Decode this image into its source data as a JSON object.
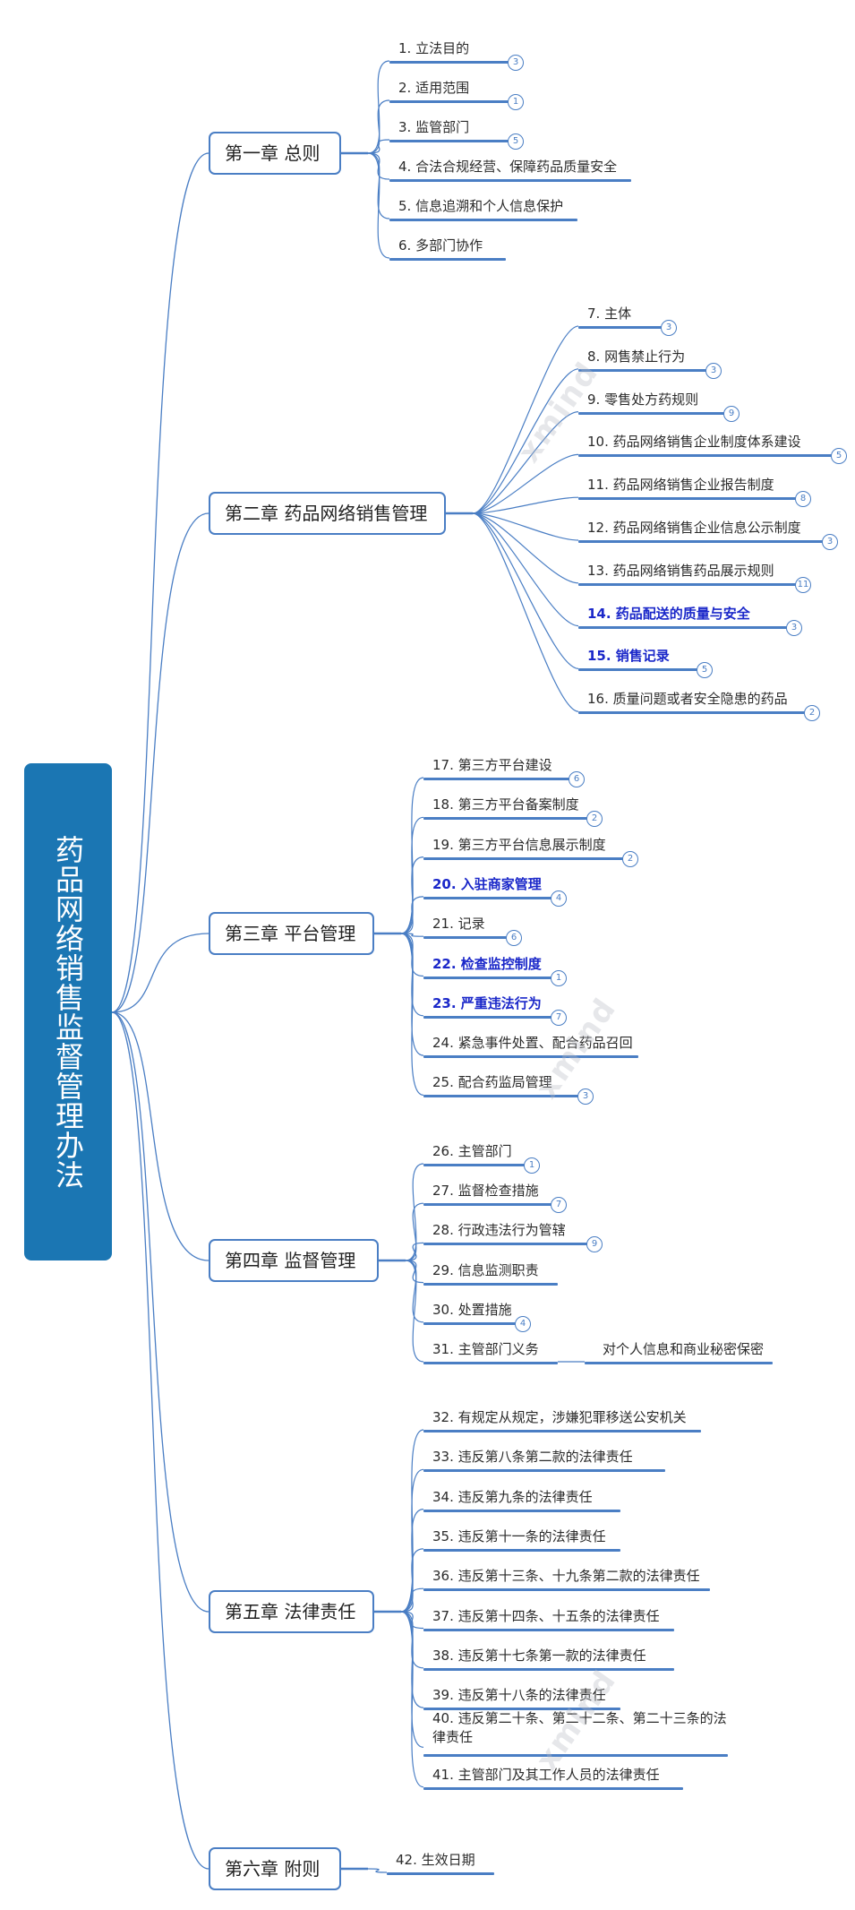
{
  "root": {
    "title": "药品网络销售监督管理办法"
  },
  "chapters": [
    {
      "label": "第一章 总则",
      "items": [
        {
          "text": "1. 立法目的",
          "badge": "3"
        },
        {
          "text": "2. 适用范围",
          "badge": "1"
        },
        {
          "text": "3. 监管部门",
          "badge": "5"
        },
        {
          "text": "4. 合法合规经营、保障药品质量安全"
        },
        {
          "text": "5. 信息追溯和个人信息保护"
        },
        {
          "text": "6. 多部门协作"
        }
      ]
    },
    {
      "label": "第二章 药品网络销售管理",
      "items": [
        {
          "text": "7. 主体",
          "badge": "3"
        },
        {
          "text": "8. 网售禁止行为",
          "badge": "3"
        },
        {
          "text": "9. 零售处方药规则",
          "badge": "9"
        },
        {
          "text": "10. 药品网络销售企业制度体系建设",
          "badge": "5"
        },
        {
          "text": "11. 药品网络销售企业报告制度",
          "badge": "8"
        },
        {
          "text": "12. 药品网络销售企业信息公示制度",
          "badge": "3"
        },
        {
          "text": "13. 药品网络销售药品展示规则",
          "badge": "11"
        },
        {
          "text": "14. 药品配送的质量与安全",
          "badge": "3",
          "bold": true
        },
        {
          "text": "15. 销售记录",
          "badge": "5",
          "bold": true
        },
        {
          "text": "16. 质量问题或者安全隐患的药品",
          "badge": "2"
        }
      ]
    },
    {
      "label": "第三章 平台管理",
      "items": [
        {
          "text": "17. 第三方平台建设",
          "badge": "6"
        },
        {
          "text": "18. 第三方平台备案制度",
          "badge": "2"
        },
        {
          "text": "19. 第三方平台信息展示制度",
          "badge": "2"
        },
        {
          "text": "20. 入驻商家管理",
          "badge": "4",
          "bold": true
        },
        {
          "text": "21. 记录",
          "badge": "6"
        },
        {
          "text": "22. 检查监控制度",
          "badge": "1",
          "bold": true
        },
        {
          "text": "23. 严重违法行为",
          "badge": "7",
          "bold": true
        },
        {
          "text": "24. 紧急事件处置、配合药品召回"
        },
        {
          "text": "25. 配合药监局管理",
          "badge": "3"
        }
      ]
    },
    {
      "label": "第四章 监督管理",
      "items": [
        {
          "text": "26. 主管部门",
          "badge": "1"
        },
        {
          "text": "27. 监督检查措施",
          "badge": "7"
        },
        {
          "text": "28. 行政违法行为管辖",
          "badge": "9"
        },
        {
          "text": "29. 信息监测职责"
        },
        {
          "text": "30. 处置措施",
          "badge": "4"
        },
        {
          "text": "31. 主管部门义务",
          "sub": "对个人信息和商业秘密保密"
        }
      ]
    },
    {
      "label": "第五章 法律责任",
      "items": [
        {
          "text": "32. 有规定从规定，涉嫌犯罪移送公安机关"
        },
        {
          "text": "33. 违反第八条第二款的法律责任"
        },
        {
          "text": "34. 违反第九条的法律责任"
        },
        {
          "text": "35. 违反第十一条的法律责任"
        },
        {
          "text": "36. 违反第十三条、十九条第二款的法律责任"
        },
        {
          "text": "37. 违反第十四条、十五条的法律责任"
        },
        {
          "text": "38. 违反第十七条第一款的法律责任"
        },
        {
          "text": "39. 违反第十八条的法律责任"
        },
        {
          "text": "40. 违反第二十条、第二十二条、第二十三条的法律责任"
        },
        {
          "text": "41. 主管部门及其工作人员的法律责任"
        }
      ]
    },
    {
      "label": "第六章 附则",
      "items": [
        {
          "text": "42. 生效日期"
        }
      ]
    }
  ]
}
